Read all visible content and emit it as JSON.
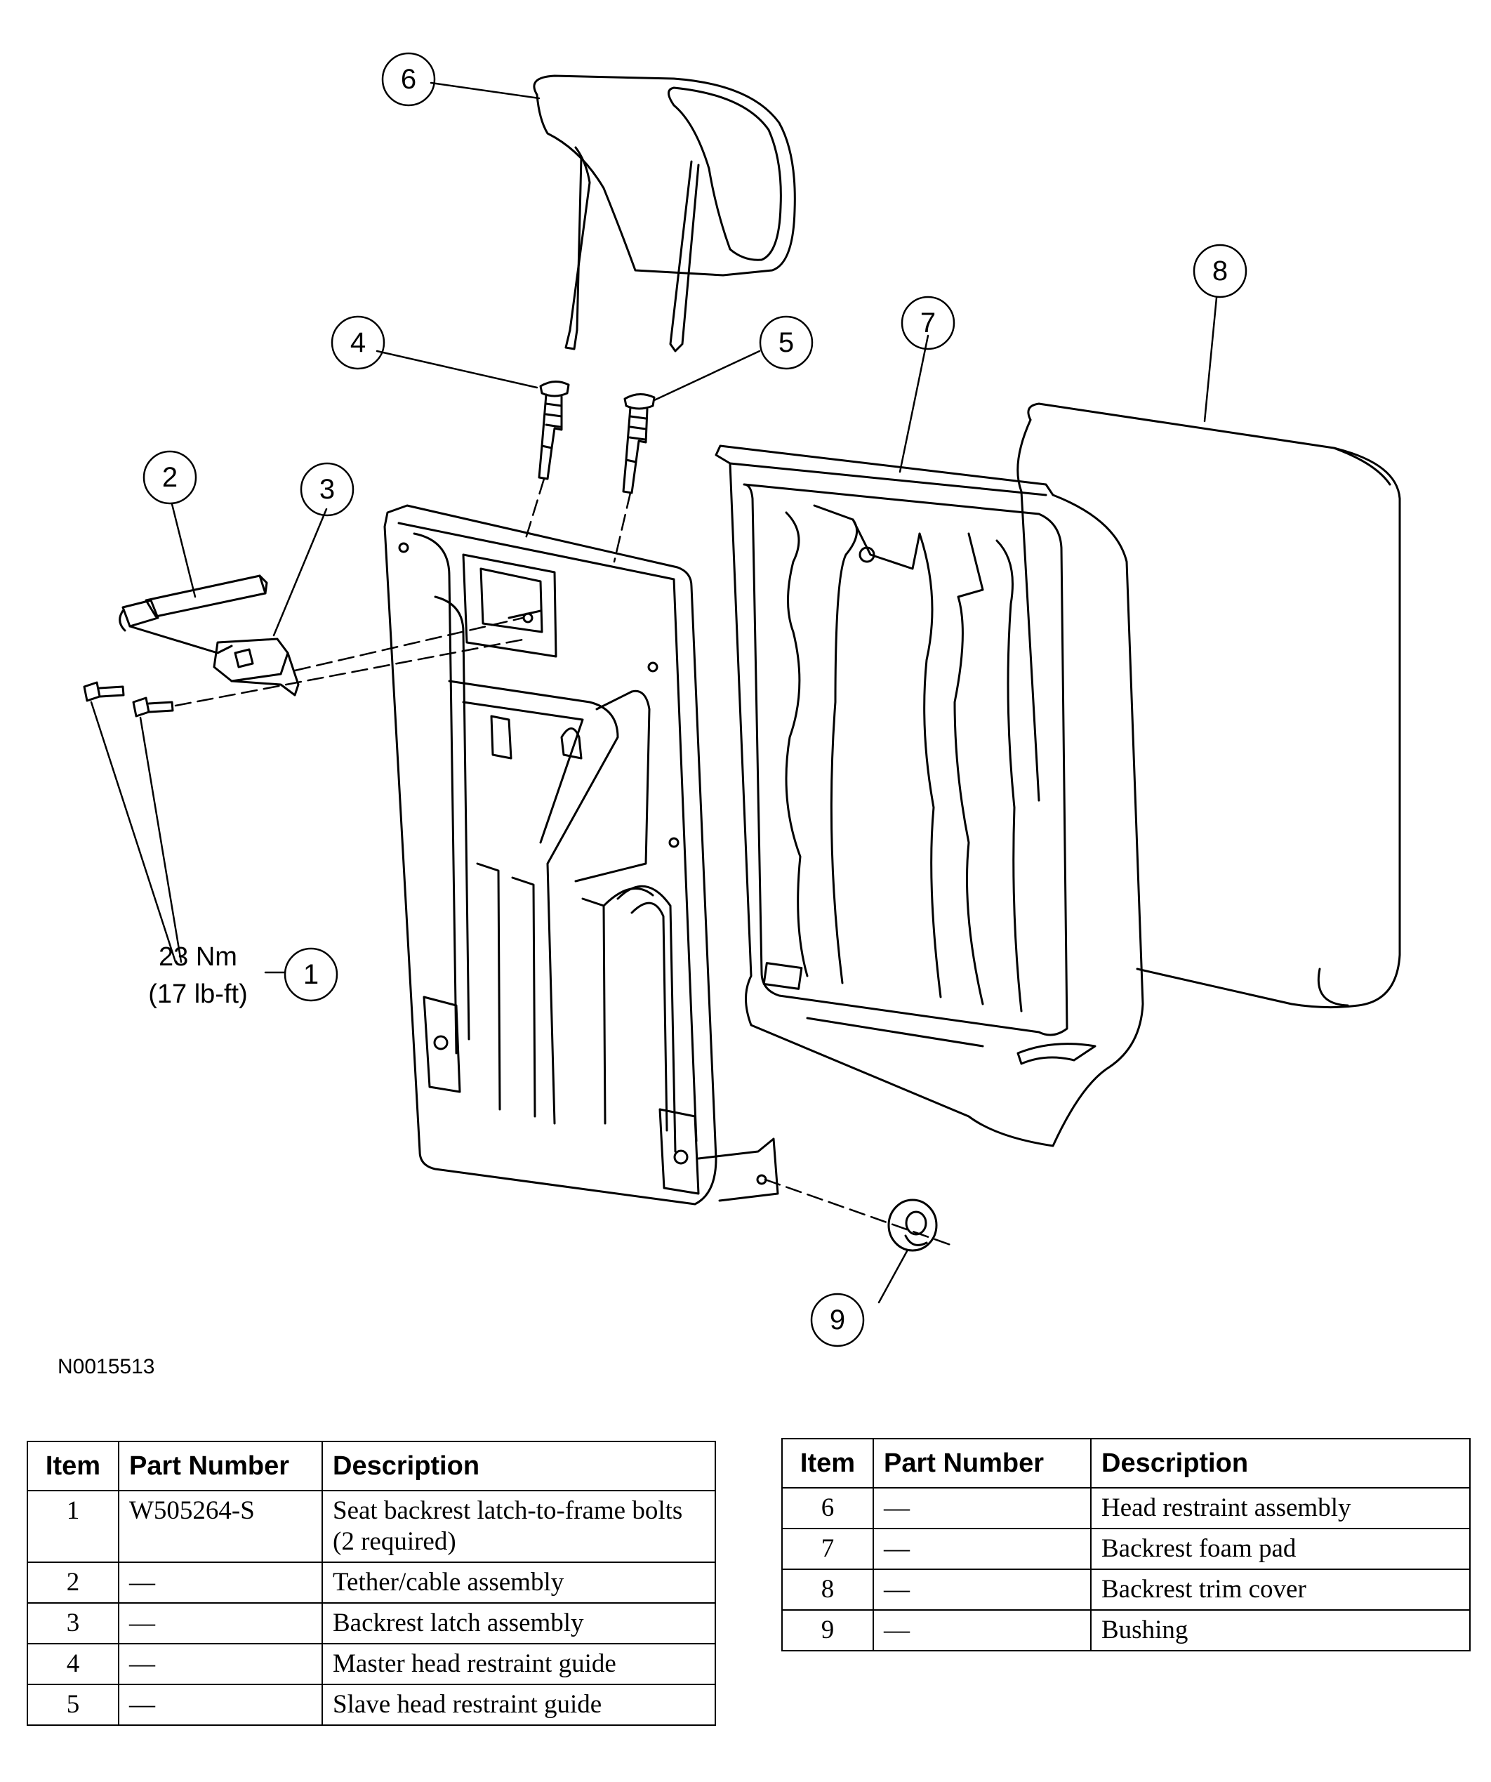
{
  "callouts": [
    "1",
    "2",
    "3",
    "4",
    "5",
    "6",
    "7",
    "8",
    "9"
  ],
  "torque": {
    "line1": "23 Nm",
    "line2": "(17 lb-ft)"
  },
  "figure_id": "N0015513",
  "table_headers": {
    "item": "Item",
    "part_number": "Part Number",
    "description": "Description"
  },
  "table_left": [
    {
      "item": "1",
      "part_number": "W505264-S",
      "description": "Seat backrest latch-to-frame bolts (2 required)"
    },
    {
      "item": "2",
      "part_number": "—",
      "description": "Tether/cable assembly"
    },
    {
      "item": "3",
      "part_number": "—",
      "description": "Backrest latch assembly"
    },
    {
      "item": "4",
      "part_number": "—",
      "description": "Master head restraint guide"
    },
    {
      "item": "5",
      "part_number": "—",
      "description": "Slave head restraint guide"
    }
  ],
  "table_right": [
    {
      "item": "6",
      "part_number": "—",
      "description": "Head restraint assembly"
    },
    {
      "item": "7",
      "part_number": "—",
      "description": "Backrest foam pad"
    },
    {
      "item": "8",
      "part_number": "—",
      "description": "Backrest trim cover"
    },
    {
      "item": "9",
      "part_number": "—",
      "description": "Bushing"
    }
  ]
}
